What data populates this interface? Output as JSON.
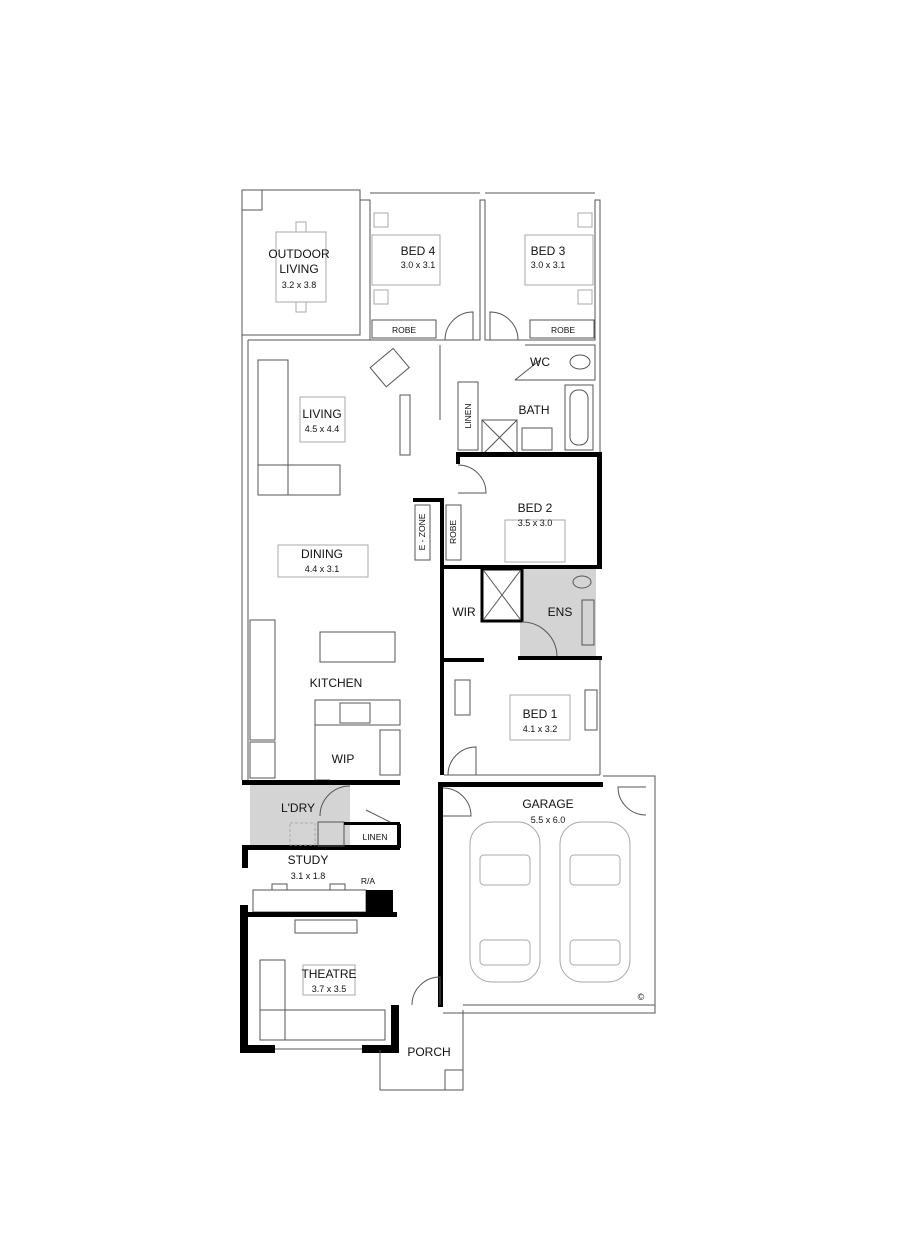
{
  "rooms": {
    "outdoor_living": {
      "name_line1": "OUTDOOR",
      "name_line2": "LIVING",
      "size": "3.2 x 3.8"
    },
    "bed4": {
      "name": "BED 4",
      "size": "3.0 x 3.1"
    },
    "bed3": {
      "name": "BED 3",
      "size": "3.0 x 3.1"
    },
    "robe4": {
      "name": "ROBE"
    },
    "robe3": {
      "name": "ROBE"
    },
    "wc": {
      "name": "WC"
    },
    "bath": {
      "name": "BATH"
    },
    "linen_hall": {
      "name": "LINEN"
    },
    "living": {
      "name": "LIVING",
      "size": "4.5 x 4.4"
    },
    "bed2": {
      "name": "BED 2",
      "size": "3.5 x 3.0"
    },
    "ezone": {
      "name": "E - ZONE"
    },
    "robe2": {
      "name": "ROBE"
    },
    "dining": {
      "name": "DINING",
      "size": "4.4 x 3.1"
    },
    "wir": {
      "name": "WIR"
    },
    "ens": {
      "name": "ENS"
    },
    "kitchen": {
      "name": "KITCHEN"
    },
    "wip": {
      "name": "WIP"
    },
    "bed1": {
      "name": "BED 1",
      "size": "4.1 x 3.2"
    },
    "garage": {
      "name": "GARAGE",
      "size": "5.5 x 6.0"
    },
    "laundry": {
      "name": "L'DRY"
    },
    "linen_laundry": {
      "name": "LINEN"
    },
    "study": {
      "name": "STUDY",
      "size": "3.1 x 1.8"
    },
    "ra": {
      "name": "R/A"
    },
    "theatre": {
      "name": "THEATRE",
      "size": "3.7 x 3.5"
    },
    "porch": {
      "name": "PORCH"
    }
  },
  "copyright_symbol": "©",
  "colors": {
    "wall": "#000000",
    "wet_area_shade": "#d4d4d4",
    "line": "#555555"
  }
}
